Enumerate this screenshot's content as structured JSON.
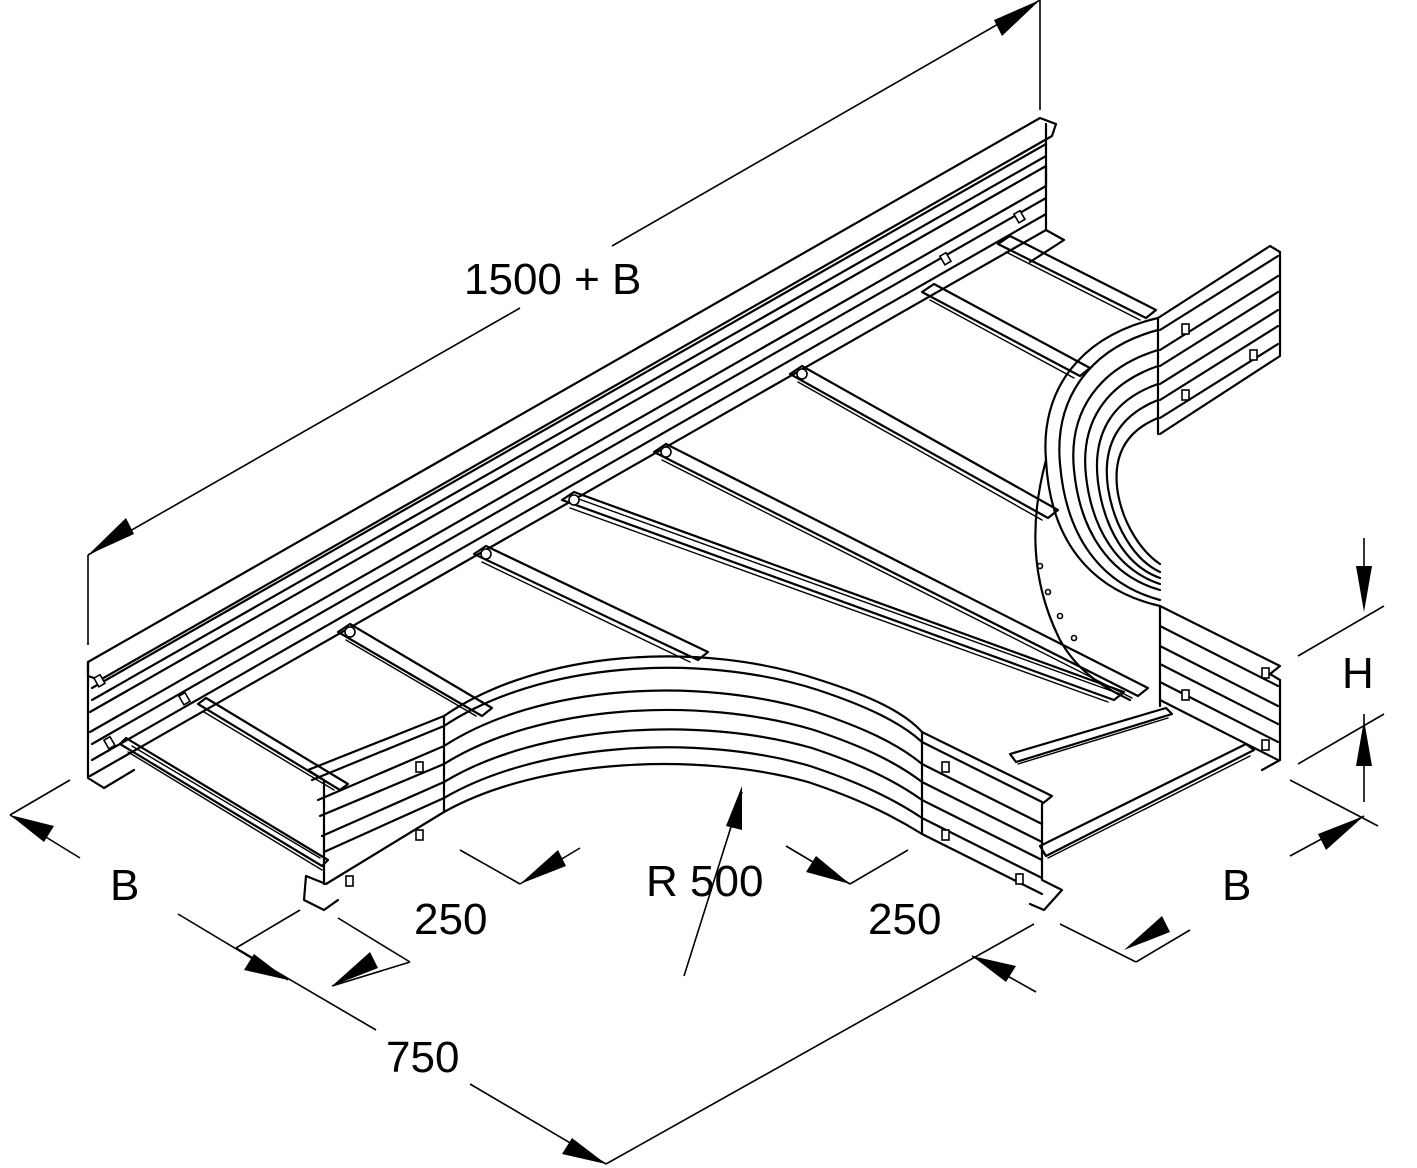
{
  "labels": {
    "length_top": "1500 + B",
    "width_left": "B",
    "width_right": "B",
    "height": "H",
    "radius": "R 500",
    "offset_left": "250",
    "offset_right": "250",
    "depth": "750"
  }
}
